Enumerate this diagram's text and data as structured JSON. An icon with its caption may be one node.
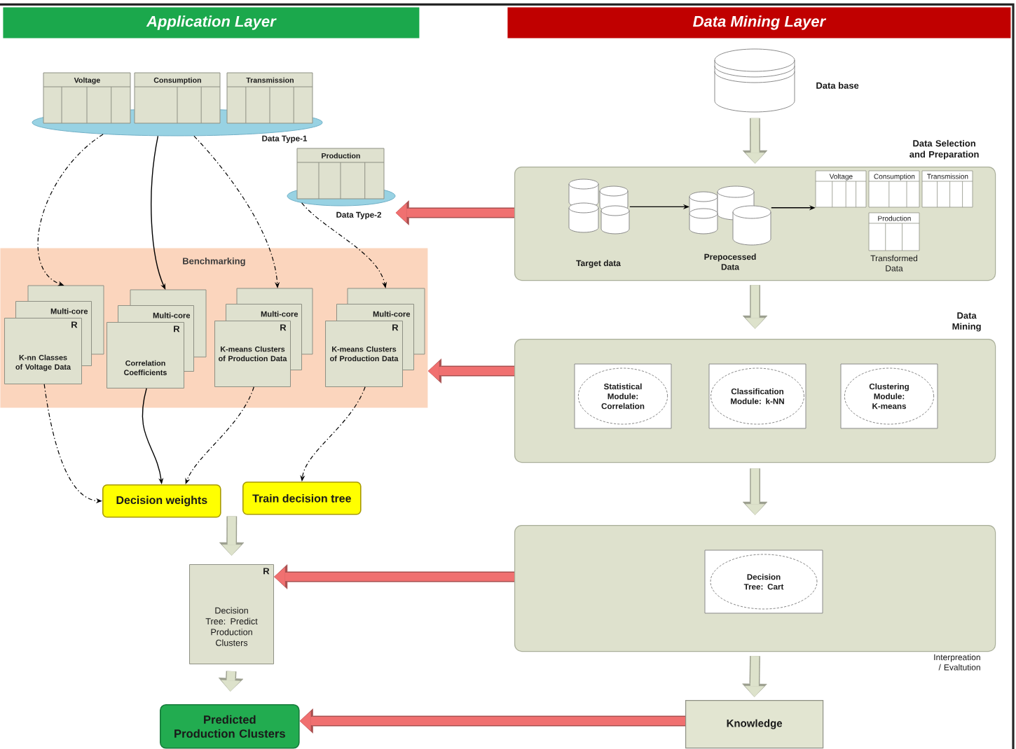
{
  "diagram": {
    "nodes": [
      {
        "text": [
          "Application Layer"
        ]
      },
      {
        "text": [
          "Data Type-1"
        ]
      },
      {
        "text": [
          "Voltage"
        ]
      },
      {
        "text": [
          "Consumption"
        ]
      },
      {
        "text": [
          "Transmission"
        ]
      },
      {
        "text": [
          "Data Type-2"
        ]
      },
      {
        "text": [
          "Production"
        ]
      },
      {
        "text": [
          "Benchmarking"
        ]
      },
      {
        "text": [
          "Multi-core",
          "R",
          "K-nn Classes of Voltage Data"
        ],
        "in": 7
      },
      {
        "text": [
          "Multi-core",
          "R",
          "Correlation Coefficients"
        ],
        "in": 7
      },
      {
        "text": [
          "Multi-core",
          "R",
          "K-means Clusters of Production Data"
        ],
        "in": 7
      },
      {
        "text": [
          "Multi-core",
          "R",
          "K-means Clusters of Production Data"
        ],
        "in": 7
      },
      {
        "text": [
          "Decision weights"
        ]
      },
      {
        "text": [
          "Train decision tree"
        ]
      },
      {
        "text": [
          "R",
          "Decision Tree: Predict Production Clusters"
        ]
      },
      {
        "text": [
          "Predicted Production Clusters"
        ]
      },
      {
        "text": [
          "Data Mining Layer"
        ]
      },
      {
        "text": [
          "Data base"
        ]
      },
      {
        "text": [
          "Data Selection and Preparation"
        ]
      },
      {
        "text": [
          "Target data"
        ],
        "in": 18
      },
      {
        "text": [
          "Prepocessed Data"
        ],
        "in": 18
      },
      {
        "text": [
          "Voltage"
        ],
        "in": 18
      },
      {
        "text": [
          "Consumption"
        ],
        "in": 18
      },
      {
        "text": [
          "Transmission"
        ],
        "in": 18
      },
      {
        "text": [
          "Production"
        ],
        "in": 18
      },
      {
        "text": [
          "Data Mining"
        ]
      },
      {
        "text": [],
        "shape": "box",
        "in": 25
      },
      {
        "text": [
          "Statistical Module: Correlation"
        ],
        "in": 26
      },
      {
        "text": [],
        "shape": "box",
        "in": 25
      },
      {
        "text": [
          "Classification Module: k-NN"
        ],
        "in": 28
      },
      {
        "text": [],
        "shape": "box",
        "in": 25
      },
      {
        "text": [
          "Clustering Module: K-means"
        ],
        "in": 30
      },
      {
        "text": [
          "Interpreation / Evaltution"
        ]
      },
      {
        "text": [],
        "shape": "box",
        "in": 32
      },
      {
        "text": [
          "Decision Tree: Cart"
        ],
        "in": 33
      },
      {
        "text": [
          "Knowledge"
        ]
      }
    ],
    "edges": [
      {
        "from": 1,
        "to": 8,
        "arrow": "to",
        "style": "dashed"
      },
      {
        "from": 1,
        "to": 9,
        "arrow": "to"
      },
      {
        "from": 1,
        "to": 10,
        "arrow": "to",
        "style": "dashed"
      },
      {
        "from": 5,
        "to": 11,
        "arrow": "to",
        "style": "dashed"
      },
      {
        "from": 8,
        "to": 12,
        "arrow": "to",
        "style": "dashed"
      },
      {
        "from": 9,
        "to": 12,
        "arrow": "to"
      },
      {
        "from": 10,
        "to": 12,
        "arrow": "to",
        "style": "dashed"
      },
      {
        "from": 11,
        "to": 13,
        "arrow": "to",
        "style": "dashed"
      },
      {
        "from": 12,
        "to": 14,
        "arrow": "to",
        "color": "#dde2cb"
      },
      {
        "from": 13,
        "to": 14,
        "arrow": "to",
        "color": "#dde2cb"
      },
      {
        "from": 14,
        "to": 15,
        "arrow": "to",
        "color": "#dde2cb"
      },
      {
        "from": 17,
        "to": 18,
        "arrow": "to",
        "color": "#dde2cb"
      },
      {
        "from": 19,
        "to": 20,
        "arrow": "to"
      },
      {
        "from": 20,
        "to": 21,
        "arrow": "to"
      },
      {
        "from": 18,
        "to": 25,
        "arrow": "to",
        "color": "#dde2cb"
      },
      {
        "from": 25,
        "to": 32,
        "arrow": "to",
        "color": "#dde2cb"
      },
      {
        "from": 32,
        "to": 35,
        "arrow": "to",
        "color": "#dde2cb"
      },
      {
        "from": 18,
        "to": 5,
        "arrow": "to",
        "color": "#f07070"
      },
      {
        "from": 25,
        "to": 7,
        "arrow": "to",
        "color": "#f07070"
      },
      {
        "from": 32,
        "to": 14,
        "arrow": "to",
        "color": "#f07070"
      },
      {
        "from": 35,
        "to": 15,
        "arrow": "to",
        "color": "#f07070"
      }
    ],
    "labels": [
      "Transformed Data"
    ]
  }
}
